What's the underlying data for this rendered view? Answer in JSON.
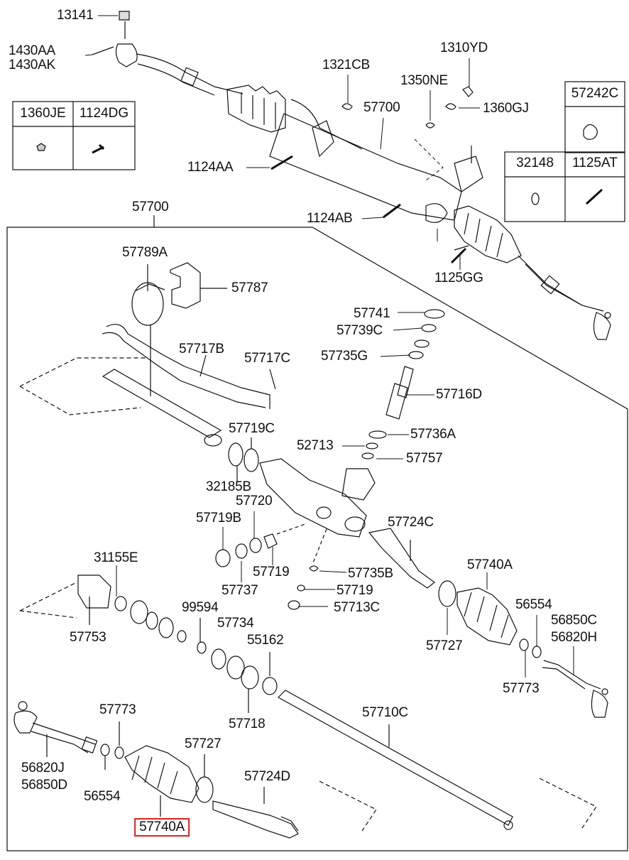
{
  "diagram": {
    "callouts": {
      "p13141": "13141",
      "p1430AA": "1430AA",
      "p1430AK": "1430AK",
      "p1321CB": "1321CB",
      "p1310YD": "1310YD",
      "p1350NE": "1350NE",
      "p57700_top": "57700",
      "p1360GJ": "1360GJ",
      "p1124AA": "1124AA",
      "p1124AB": "1124AB",
      "p1125GG": "1125GG",
      "p57700_frame": "57700",
      "p57789A": "57789A",
      "p57787": "57787",
      "p57741": "57741",
      "p57739C": "57739C",
      "p57735G": "57735G",
      "p57717B": "57717B",
      "p57717C": "57717C",
      "p57716D": "57716D",
      "p57719C": "57719C",
      "p52713": "52713",
      "p57736A": "57736A",
      "p57757": "57757",
      "p32185B": "32185B",
      "p57720": "57720",
      "p57719B": "57719B",
      "p57724C": "57724C",
      "p31155E": "31155E",
      "p57719_mid": "57719",
      "p57735B": "57735B",
      "p57740A_right": "57740A",
      "p57737": "57737",
      "p57719_low": "57719",
      "p57713C": "57713C",
      "p99594": "99594",
      "p56554_right": "56554",
      "p56850C": "56850C",
      "p56820H": "56820H",
      "p57734": "57734",
      "p57753": "57753",
      "p57727_right": "57727",
      "p55162": "55162",
      "p57773_right": "57773",
      "p57773_left": "57773",
      "p57718": "57718",
      "p57710C": "57710C",
      "p57727_left": "57727",
      "p56820J": "56820J",
      "p56850D": "56850D",
      "p56554_left": "56554",
      "p57724D": "57724D",
      "p57740A_selected": "57740A"
    },
    "kit_box_left": {
      "col1": "1360JE",
      "col2": "1124DG"
    },
    "kit_box_right_top": {
      "col1": "57242C"
    },
    "kit_box_right": {
      "col1": "32148",
      "col2": "1125AT"
    },
    "highlight_color": "#e0201c"
  }
}
